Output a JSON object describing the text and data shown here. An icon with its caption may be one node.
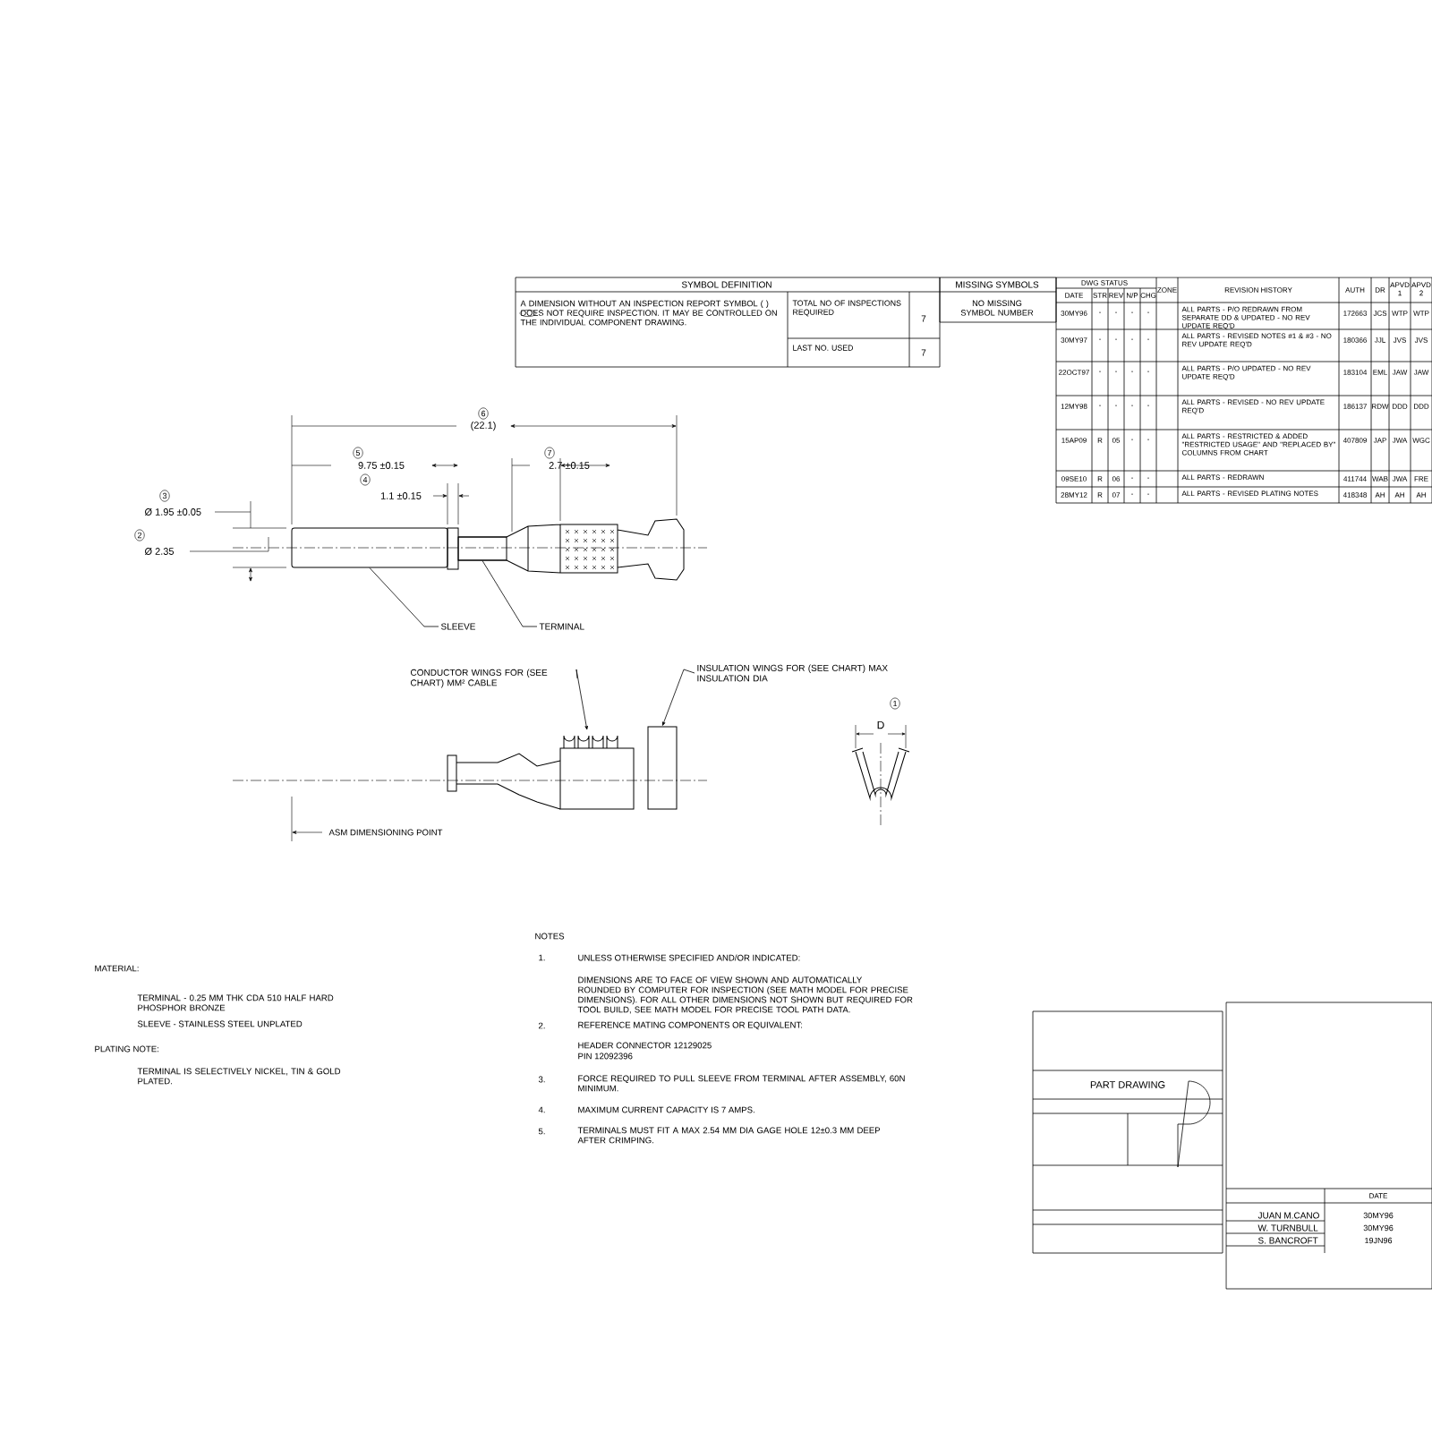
{
  "diagram": {
    "nodes": [
      {
        "text": [
          "SLEEVE"
        ]
      },
      {
        "text": [],
        "shape": "bar"
      },
      {
        "text": [
          "TERMINAL"
        ]
      },
      {
        "text": [],
        "shape": "box"
      },
      {
        "text": [
          "CONDUCTOR WINGS FOR (SEE CHART) MM² CABLE"
        ]
      },
      {
        "text": [],
        "shape": "box"
      },
      {
        "text": [
          "INSULATION WINGS FOR (SEE CHART) MAX INSULATION DIA"
        ]
      },
      {
        "text": [],
        "shape": "box"
      }
    ],
    "edges": [
      {
        "from": 0,
        "to": 1,
        "arrow": "none"
      },
      {
        "from": 2,
        "to": 3,
        "arrow": "none"
      },
      {
        "from": 4,
        "to": 5,
        "arrow": "to"
      },
      {
        "from": 6,
        "to": 7,
        "arrow": "to"
      }
    ],
    "labels": [
      "SYMBOL DEFINITION",
      "A DIMENSION WITHOUT AN INSPECTION REPORT SYMBOL ( ) DOES NOT REQUIRE INSPECTION. IT MAY BE CONTROLLED ON THE INDIVIDUAL COMPONENT DRAWING.",
      "TOTAL NO OF INSPECTIONS REQUIRED",
      "7",
      "LAST NO. USED",
      "7",
      "MISSING SYMBOLS",
      "NO MISSING SYMBOL NUMBER",
      "DWG STATUS",
      "DATE",
      "STR",
      "REV",
      "N/P",
      "CHG",
      "ZONE",
      "REVISION HISTORY",
      "AUTH",
      "DR",
      "APVD 1",
      "APVD 2",
      "30MY96",
      "-",
      "-",
      "-",
      "-",
      "ALL PARTS - P/O REDRAWN FROM SEPARATE DD & UPDATED - NO REV UPDATE REQ'D",
      "172663",
      "JCS",
      "WTP",
      "WTP",
      "30MY97",
      "-",
      "-",
      "-",
      "-",
      "ALL PARTS - REVISED NOTES #1 & #3 - NO REV UPDATE REQ'D",
      "180366",
      "JJL",
      "JVS",
      "JVS",
      "22OCT97",
      "-",
      "-",
      "-",
      "-",
      "ALL PARTS - P/O UPDATED - NO REV UPDATE REQ'D",
      "183104",
      "EML",
      "JAW",
      "JAW",
      "12MY98",
      "-",
      "-",
      "-",
      "-",
      "ALL PARTS - REVISED - NO REV UPDATE REQ'D",
      "186137",
      "RDW",
      "DDD",
      "DDD",
      "15AP09",
      "R",
      "05",
      "-",
      "-",
      "ALL PARTS - RESTRICTED & ADDED \"RESTRICTED USAGE\" AND \"REPLACED BY\" COLUMNS FROM CHART",
      "407809",
      "JAP",
      "JWA",
      "WGC",
      "09SE10",
      "R",
      "06",
      "-",
      "-",
      "ALL PARTS - REDRAWN",
      "411744",
      "WAB",
      "JWA",
      "FRE",
      "28MY12",
      "R",
      "07",
      "-",
      "-",
      "ALL PARTS - REVISED PLATING NOTES",
      "418348",
      "AH",
      "AH",
      "AH",
      "6",
      "(22.1)",
      "5",
      "7",
      "9.75 ±0.15",
      "2.7 ±0.15",
      "4",
      "3",
      "1.1 ±0.15",
      "Ø 1.95 ±0.05",
      "2",
      "Ø 2.35",
      "1",
      "D",
      "ASM DIMENSIONING POINT",
      "MATERIAL:",
      "TERMINAL - 0.25 MM THK CDA 510 HALF HARD PHOSPHOR BRONZE",
      "SLEEVE - STAINLESS STEEL UNPLATED",
      "PLATING NOTE:",
      "TERMINAL IS SELECTIVELY NICKEL, TIN & GOLD PLATED.",
      "NOTES",
      "1.",
      "UNLESS OTHERWISE SPECIFIED AND/OR INDICATED:",
      "DIMENSIONS ARE TO FACE OF VIEW SHOWN AND AUTOMATICALLY ROUNDED BY COMPUTER FOR INSPECTION (SEE MATH MODEL FOR PRECISE DIMENSIONS). FOR ALL OTHER DIMENSIONS NOT SHOWN BUT REQUIRED FOR TOOL BUILD, SEE MATH MODEL FOR PRECISE TOOL PATH DATA.",
      "2.",
      "REFERENCE MATING COMPONENTS OR EQUIVALENT:",
      "HEADER CONNECTOR 12129025",
      "PIN 12092396",
      "3.",
      "FORCE REQUIRED TO PULL SLEEVE FROM TERMINAL AFTER ASSEMBLY, 60N MINIMUM.",
      "4.",
      "MAXIMUM CURRENT CAPACITY IS 7 AMPS.",
      "5.",
      "TERMINALS MUST FIT A MAX 2.54 MM DIA GAGE HOLE 12±0.3 MM DEEP AFTER CRIMPING.",
      "PART DRAWING",
      "DATE",
      "JUAN M.CANO",
      "30MY96",
      "W. TURNBULL",
      "30MY96",
      "S. BANCROFT",
      "19JN96"
    ]
  }
}
